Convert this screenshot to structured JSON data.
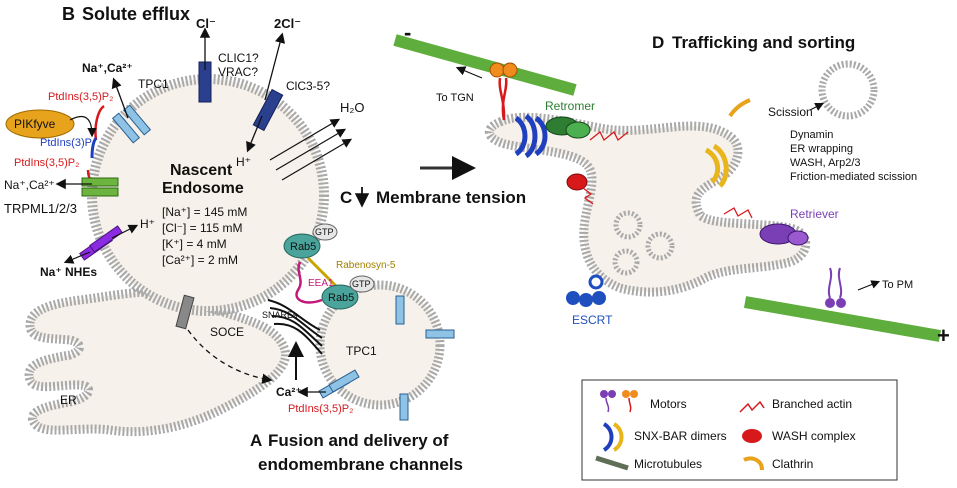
{
  "panels": {
    "b": {
      "letter": "B",
      "title": "Solute efflux"
    },
    "c": {
      "letter": "C",
      "title": "Membrane tension"
    },
    "d": {
      "letter": "D",
      "title": "Trafficking and sorting"
    },
    "a": {
      "letter": "A",
      "title_line1": "Fusion and delivery of",
      "title_line2": "endomembrane channels"
    }
  },
  "endosome": {
    "title_line1": "Nascent",
    "title_line2": "Endosome",
    "concentrations": [
      "[Na⁺] = 145 mM",
      "[Cl⁻] = 115 mM",
      "[K⁺] = 4 mM",
      "[Ca²⁺] = 2 mM"
    ]
  },
  "labels": {
    "na_ca_top": "Na⁺,Ca²⁺",
    "tpc1": "TPC1",
    "cl": "Cl⁻",
    "clic": "CLIC1?",
    "vrac": "VRAC?",
    "two_cl": "2Cl⁻",
    "clc": "ClC3-5?",
    "h_plus": "H⁺",
    "h2o": "H₂O",
    "ptdins35_top": "PtdIns(3,5)P₂",
    "pikfyve": "PIKfyve",
    "ptdins3": "PtdIns(3)P",
    "ptdins35_mid": "PtdIns(3,5)P₂",
    "na_ca_left": "Na⁺,Ca²⁺",
    "trpml": "TRPML1/2/3",
    "nhe_h": "H⁺",
    "na_nhes": "Na⁺ NHEs",
    "er": "ER",
    "soce": "SOCE",
    "snares": "SNAREs",
    "eea1": "EEA1",
    "rab5_top": "Rab5",
    "gtp_top": "GTP",
    "rabenosyn": "Rabenosyn-5",
    "rab5_bottom": "Rab5",
    "gtp_bottom": "GTP",
    "tpc1_vesicle": "TPC1",
    "ca2": "Ca²⁺",
    "ptdins35_bottom": "PtdIns(3,5)P₂",
    "minus": "-",
    "plus": "+",
    "to_tgn": "To TGN",
    "retromer": "Retromer",
    "scission": "Scission",
    "scission_factors": [
      "Dynamin",
      "ER wrapping",
      "WASH, Arp2/3",
      "Friction-mediated scission"
    ],
    "retriever": "Retriever",
    "escrt": "ESCRT",
    "to_pm": "To PM"
  },
  "legend": {
    "items": [
      {
        "label": "Motors"
      },
      {
        "label": "Branched actin"
      },
      {
        "label": "SNX-BAR dimers"
      },
      {
        "label": "WASH complex"
      },
      {
        "label": "Microtubules"
      },
      {
        "label": "Clathrin"
      }
    ]
  },
  "colors": {
    "membrane": "#a9a9a9",
    "lumen": "#f6f1ea",
    "tpc1": "#8ec3e6",
    "clic": "#2b3f8f",
    "trpml": "#6db33f",
    "nhe": "#8a2be2",
    "pikfyve": "#e8a31c",
    "rab5": "#4aa49b",
    "microtubule": "#5fae3d",
    "retromer": "#2e7d32",
    "snx": "#1f3fbf",
    "wash": "#d7191c",
    "clathrin": "#e8a31c",
    "retriever": "#7b3fb5",
    "escrt": "#1f4fbf",
    "motor_orange": "#f08c1e",
    "motor_purple": "#7b3fb5"
  }
}
